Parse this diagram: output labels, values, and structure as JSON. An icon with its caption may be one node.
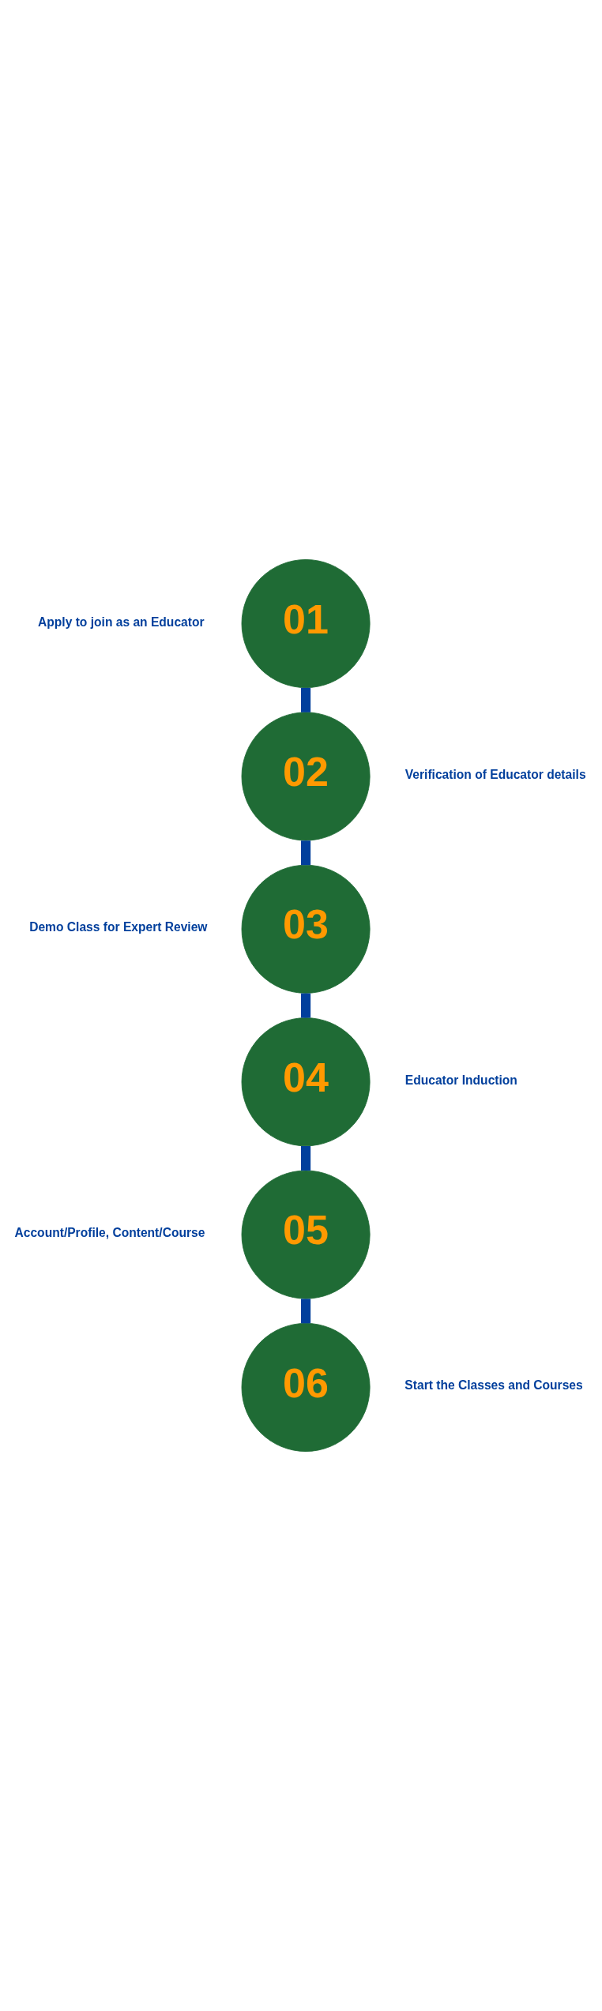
{
  "diagram": {
    "nodes": [
      {
        "text": [
          "01"
        ],
        "beside": [
          "Apply to join as an Educator"
        ]
      },
      {
        "text": [
          "02"
        ],
        "beside": [
          "Verification of Educator details"
        ]
      },
      {
        "text": [
          "03"
        ],
        "beside": [
          "Demo Class for Expert Review"
        ]
      },
      {
        "text": [
          "04"
        ],
        "beside": [
          "Educator Induction"
        ]
      },
      {
        "text": [
          "05"
        ],
        "beside": [
          "Account/Profile, Content/Course"
        ]
      },
      {
        "text": [
          "06"
        ],
        "beside": [
          "Start the Classes and Courses"
        ]
      }
    ],
    "edges": [
      {
        "from": 0,
        "to": 1,
        "arrow": "none"
      },
      {
        "from": 1,
        "to": 2,
        "arrow": "none"
      },
      {
        "from": 2,
        "to": 3,
        "arrow": "none"
      },
      {
        "from": 3,
        "to": 4,
        "arrow": "none"
      },
      {
        "from": 4,
        "to": 5,
        "arrow": "none"
      }
    ]
  }
}
